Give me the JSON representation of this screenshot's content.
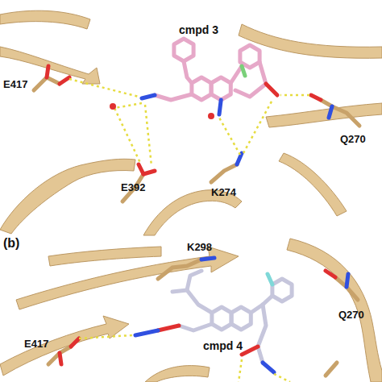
{
  "diagram": {
    "labels": [
      "cmpd 3",
      "E417",
      "Q270",
      "E392",
      "K274",
      "(b)",
      "K298",
      "cmpd 4",
      "E417",
      "Q270"
    ]
  }
}
